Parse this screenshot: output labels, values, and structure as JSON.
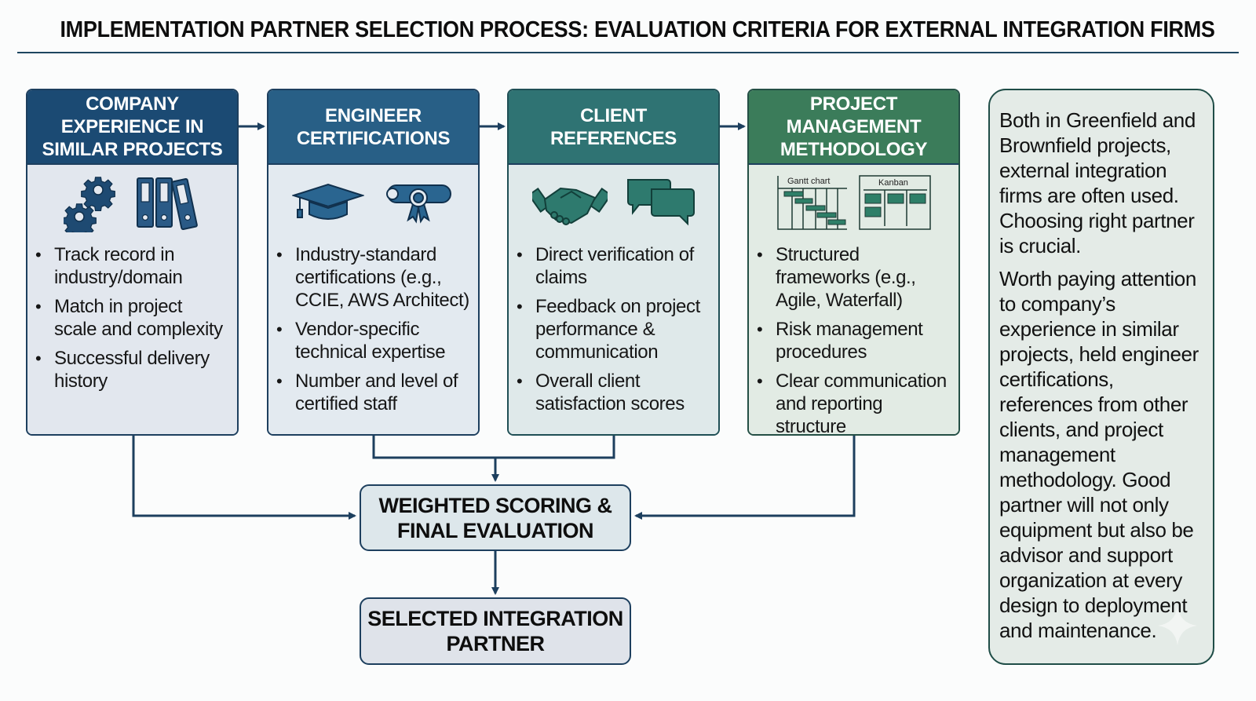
{
  "title": "IMPLEMENTATION PARTNER SELECTION PROCESS: EVALUATION CRITERIA FOR EXTERNAL INTEGRATION FIRMS",
  "criteria": [
    {
      "heading": "COMPANY\nEXPERIENCE IN\nSIMILAR PROJECTS",
      "icons": [
        "gears-icon",
        "binders-icon"
      ],
      "bullets": [
        "Track record in industry/domain",
        "Match in project scale and complexity",
        "Successful delivery history"
      ]
    },
    {
      "heading": "ENGINEER\nCERTIFICATIONS",
      "icons": [
        "graduation-cap-icon",
        "diploma-icon"
      ],
      "bullets": [
        "Industry-standard certifications (e.g., CCIE, AWS Architect)",
        "Vendor-specific technical expertise",
        "Number and level of certified staff"
      ]
    },
    {
      "heading": "CLIENT\nREFERENCES",
      "icons": [
        "handshake-icon",
        "speech-bubbles-icon"
      ],
      "bullets": [
        "Direct verification of claims",
        "Feedback on project performance & communication",
        "Overall client satisfaction scores"
      ]
    },
    {
      "heading": "PROJECT\nMANAGEMENT\nMETHODOLOGY",
      "icons": [
        "gantt-chart-icon",
        "kanban-board-icon"
      ],
      "icon_labels": [
        "Gantt chart",
        "Kanban"
      ],
      "bullets": [
        "Structured frameworks (e.g., Agile, Waterfall)",
        "Risk management procedures",
        "Clear communication and reporting structure"
      ]
    }
  ],
  "evaluation_box": "WEIGHTED SCORING &\nFINAL EVALUATION",
  "result_box": "SELECTED INTEGRATION\nPARTNER",
  "side_note": {
    "paragraphs": [
      "Both in Greenfield and Brownfield projects, external integration firms are often used. Choosing right partner is crucial.",
      "Worth paying attention to company’s experience in similar projects, held engineer certifications, references from other clients, and project management methodology. Good partner will not only equipment but also be advisor and support organization at every design to deployment and maintenance."
    ]
  },
  "colors": {
    "navy": "#1b4a73",
    "steel_blue": "#285f86",
    "teal": "#2f7373",
    "green": "#3b7c5a",
    "connector": "#1d3f5e"
  }
}
